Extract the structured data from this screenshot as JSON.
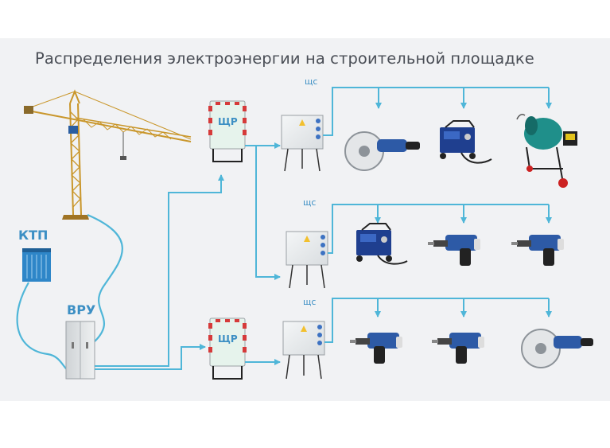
{
  "title": "Распределения электроэнергии на строительной площадке",
  "labels": {
    "ktp": "КТП",
    "vru": "ВРУ",
    "shr": "ЩР",
    "shs": "щс"
  },
  "colors": {
    "cable": "#4fb6d8",
    "panel_green": "#e6f3ec",
    "crane": "#c9962a",
    "ktp_blue": "#2e86c8",
    "tool_blue": "#2d5aa6"
  }
}
